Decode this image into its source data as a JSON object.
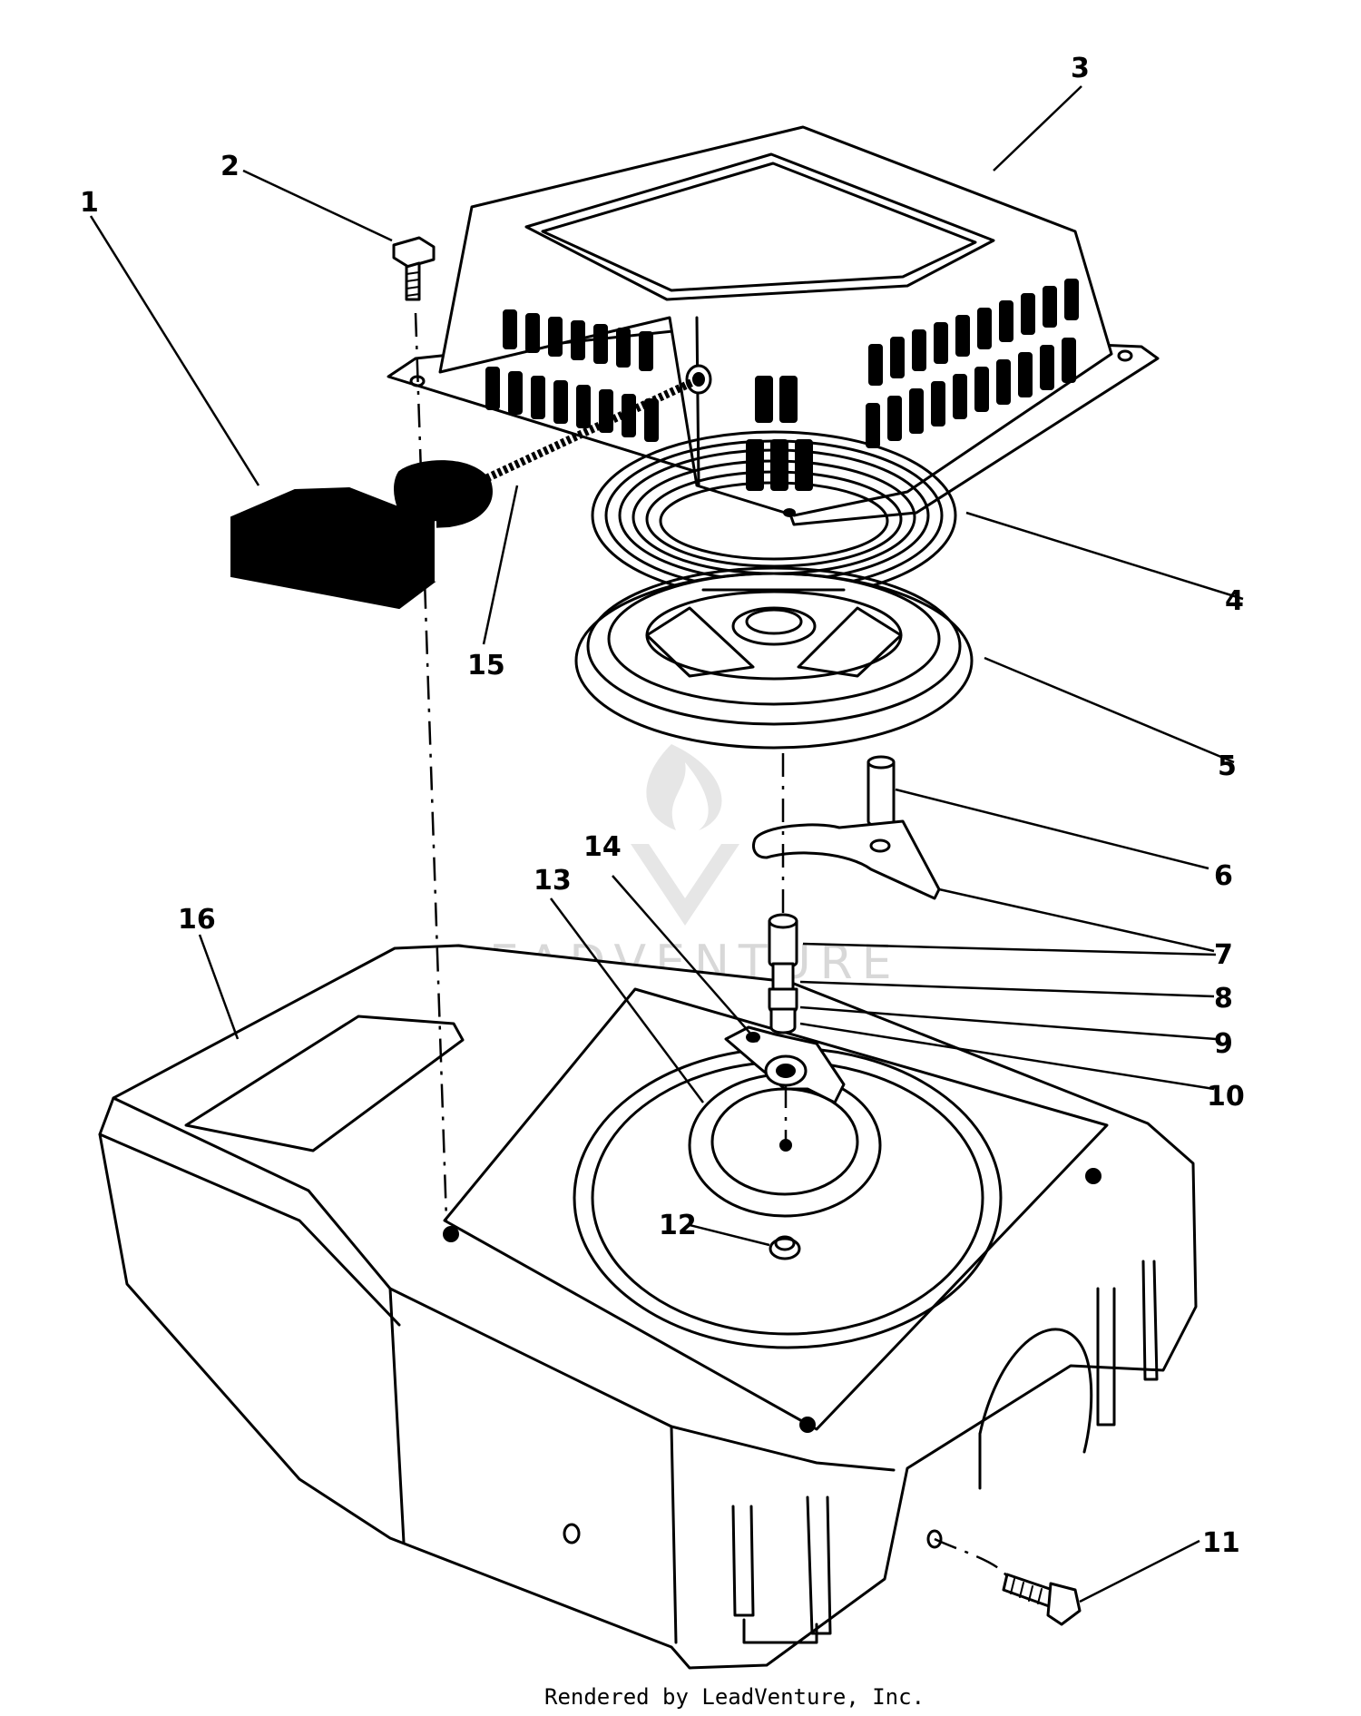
{
  "callouts": [
    {
      "id": "1",
      "label": "1"
    },
    {
      "id": "2",
      "label": "2"
    },
    {
      "id": "3",
      "label": "3"
    },
    {
      "id": "4",
      "label": "4"
    },
    {
      "id": "5",
      "label": "5"
    },
    {
      "id": "6",
      "label": "6"
    },
    {
      "id": "7",
      "label": "7"
    },
    {
      "id": "8",
      "label": "8"
    },
    {
      "id": "9",
      "label": "9"
    },
    {
      "id": "10",
      "label": "10"
    },
    {
      "id": "11",
      "label": "11"
    },
    {
      "id": "12",
      "label": "12"
    },
    {
      "id": "13",
      "label": "13"
    },
    {
      "id": "14",
      "label": "14"
    },
    {
      "id": "15",
      "label": "15"
    },
    {
      "id": "16",
      "label": "16"
    }
  ],
  "watermark": {
    "text": "LEADVENTURE"
  },
  "footer": {
    "credit": "Rendered by LeadVenture, Inc."
  }
}
